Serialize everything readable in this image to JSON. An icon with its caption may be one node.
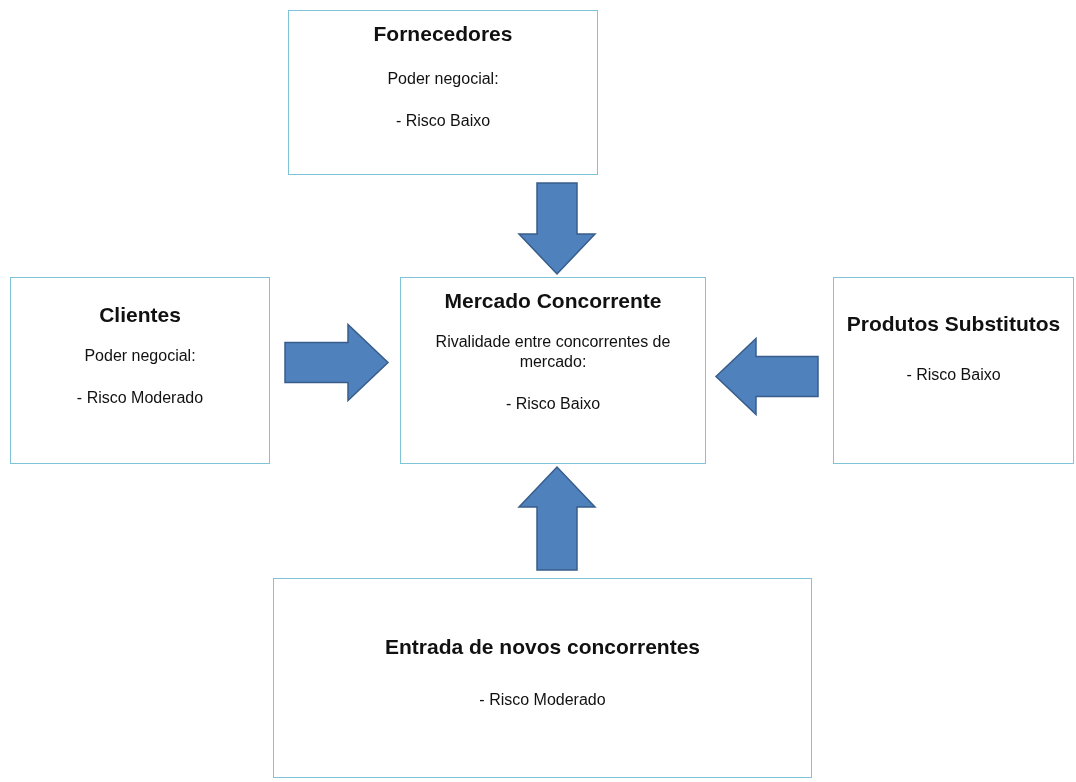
{
  "diagram": {
    "nodes": [
      {
        "text": [
          "Fornecedores",
          "Poder negocial:",
          "- Risco Baixo"
        ]
      },
      {
        "text": [
          "Clientes",
          "Poder negocial:",
          "- Risco Moderado"
        ]
      },
      {
        "text": [
          "Mercado Concorrente",
          "Rivalidade entre concorrentes de mercado:",
          "- Risco Baixo"
        ]
      },
      {
        "text": [
          "Produtos Substitutos",
          "- Risco Baixo"
        ]
      },
      {
        "text": [
          "Entrada de novos concorrentes",
          "- Risco Moderado"
        ]
      }
    ],
    "edges": [
      {
        "from": 0,
        "to": 2,
        "arrow": "to"
      },
      {
        "from": 1,
        "to": 2,
        "arrow": "to"
      },
      {
        "from": 3,
        "to": 2,
        "arrow": "to"
      },
      {
        "from": 4,
        "to": 2,
        "arrow": "to"
      }
    ]
  }
}
